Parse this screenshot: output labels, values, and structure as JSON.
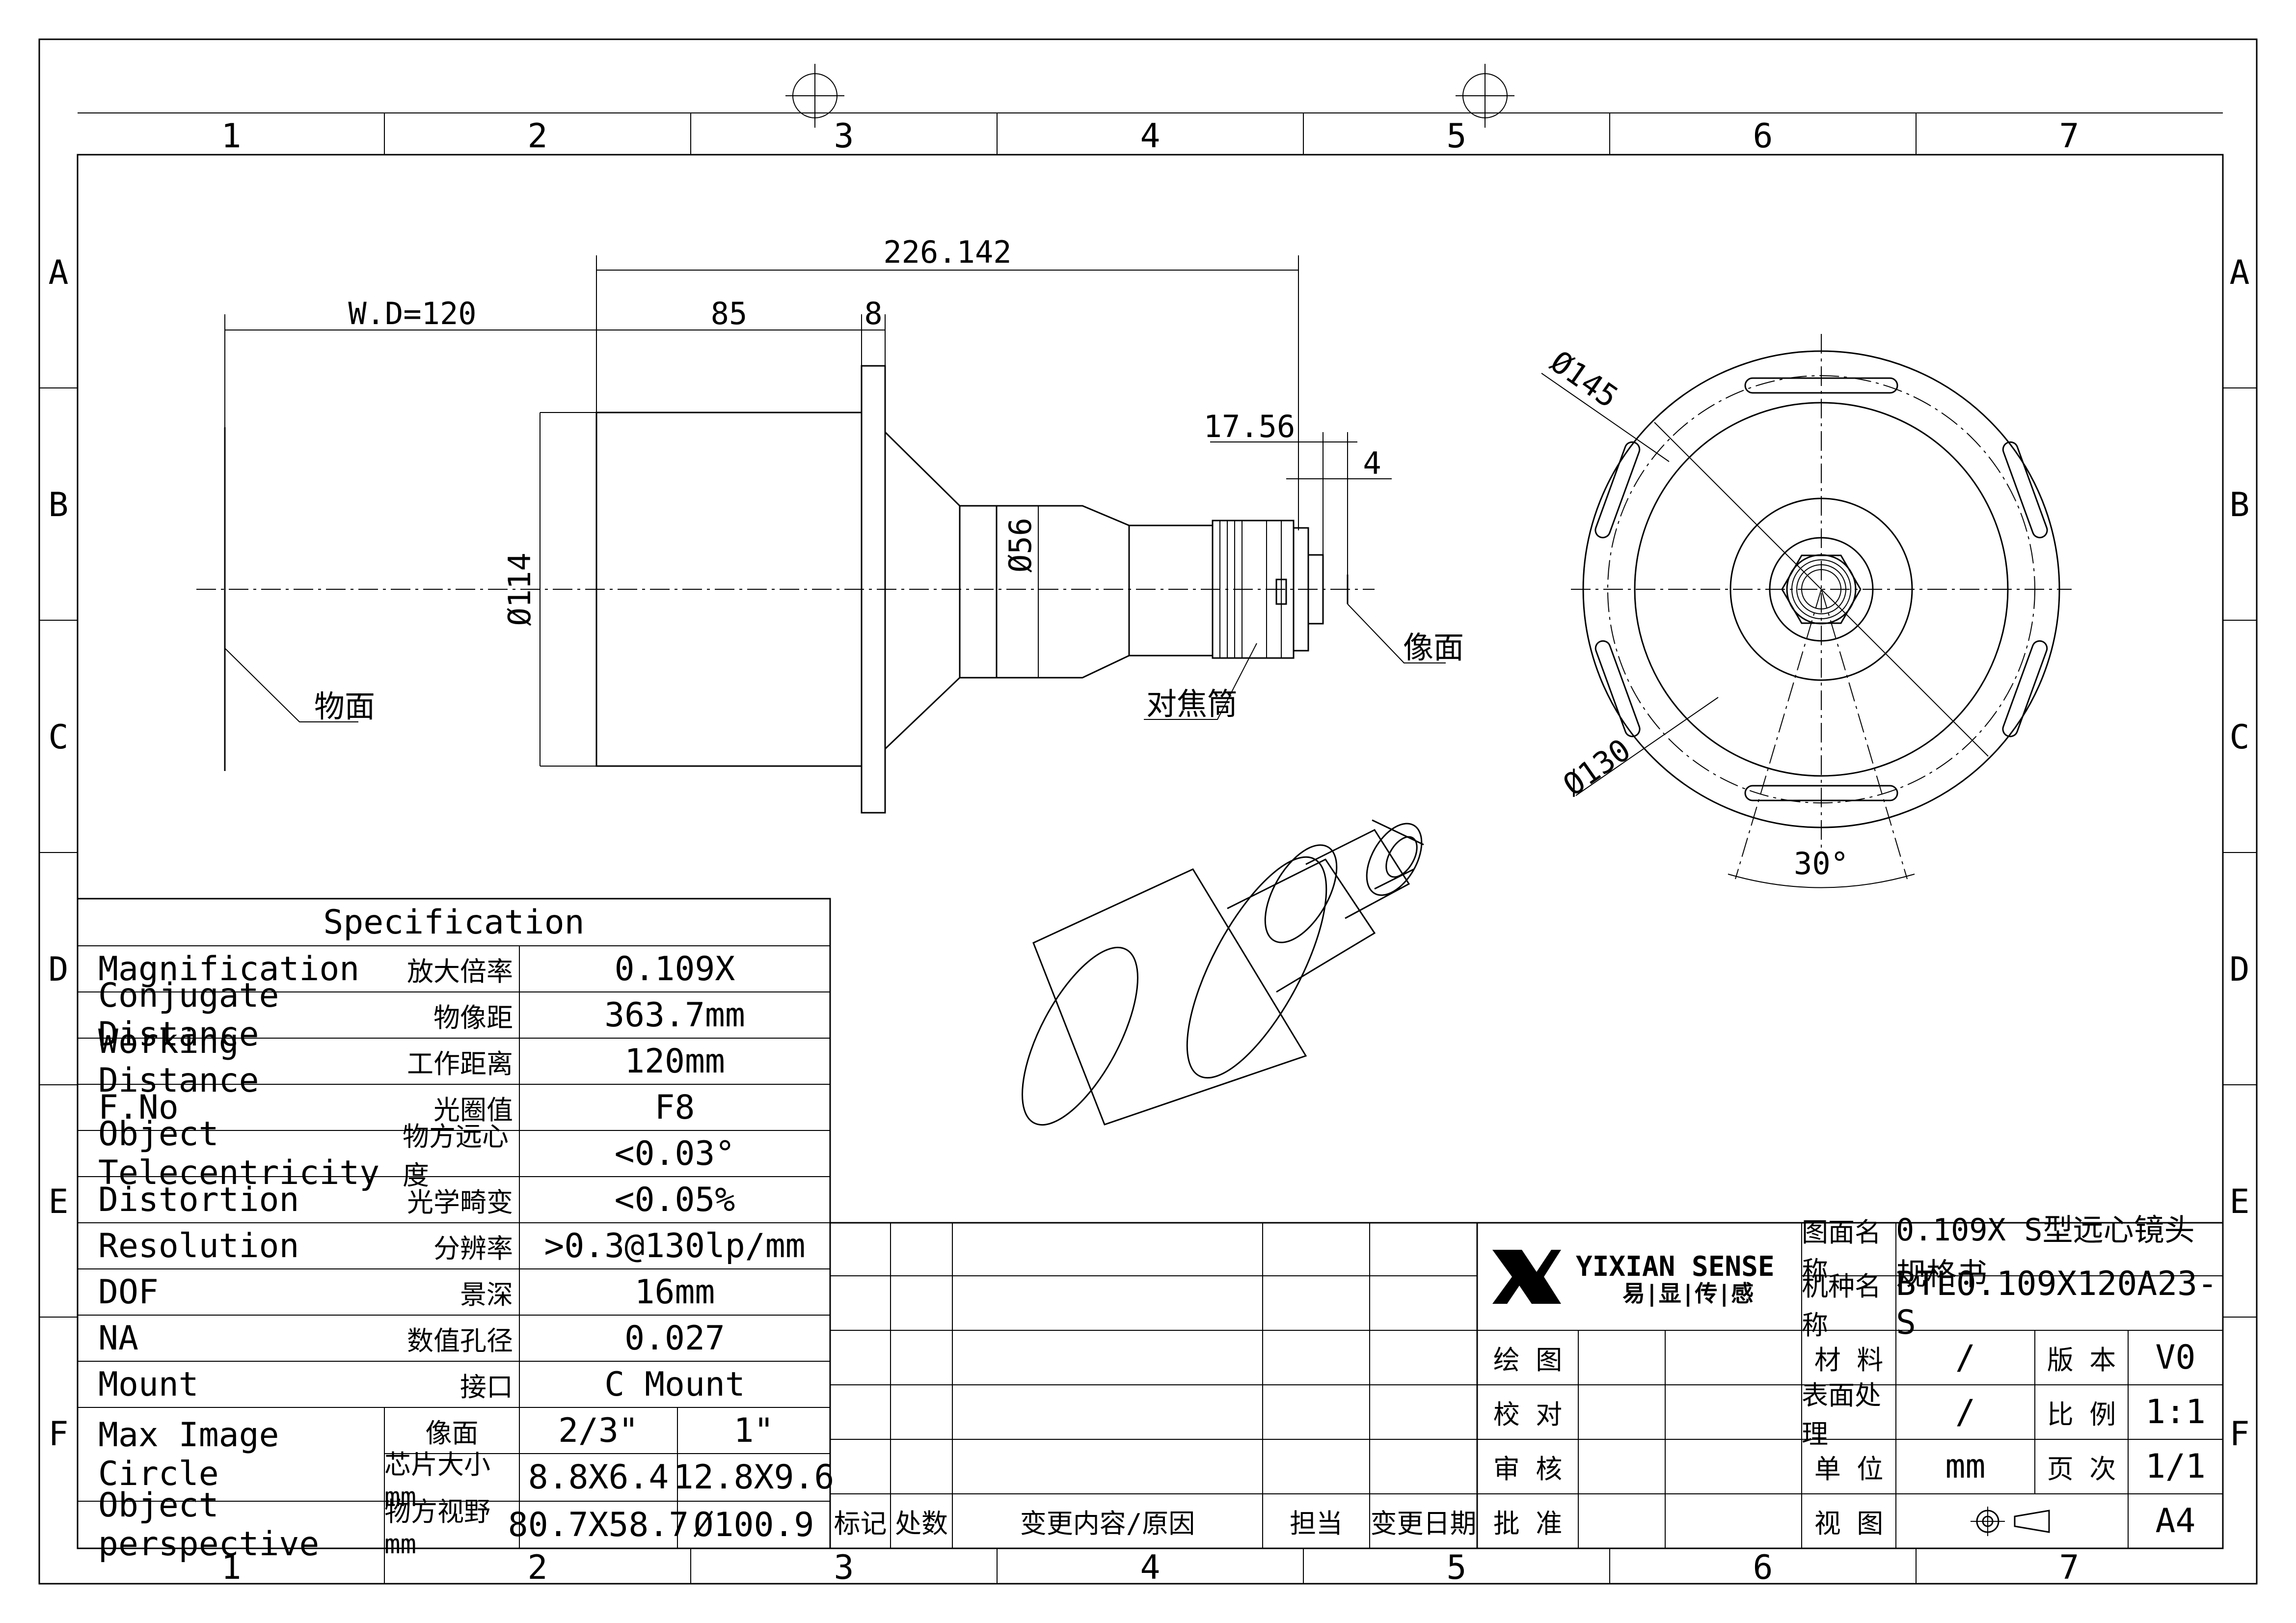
{
  "border": {
    "columns": [
      "1",
      "2",
      "3",
      "4",
      "5",
      "6",
      "7"
    ],
    "rows": [
      "A",
      "B",
      "C",
      "D",
      "E",
      "F"
    ]
  },
  "dimensions": {
    "overall": "226.142",
    "working_distance": "W.D=120",
    "barrel_length": "85",
    "flange": "8",
    "back_focus": "17.56",
    "mount_offset": "4",
    "front_diameter": "Ø114",
    "mid_diameter": "Ø56",
    "flange_diameter": "Ø145",
    "bolt_circle": "Ø130",
    "slot_angle": "30°"
  },
  "labels": {
    "object_plane": "物面",
    "image_plane": "像面",
    "focus_tube": "对焦筒"
  },
  "spec": {
    "title": "Specification",
    "rows": [
      {
        "en": "Magnification",
        "cn": "放大倍率",
        "value": "0.109X"
      },
      {
        "en": "Conjugate Distance",
        "cn": "物像距",
        "value": "363.7mm"
      },
      {
        "en": "Working Distance",
        "cn": "工作距离",
        "value": "120mm"
      },
      {
        "en": "F.No",
        "cn": "光圈值",
        "value": "F8"
      },
      {
        "en": "Object Telecentricity",
        "cn": "物方远心度",
        "value": "<0.03°"
      },
      {
        "en": "Distortion",
        "cn": "光学畸变",
        "value": "<0.05%"
      },
      {
        "en": "Resolution",
        "cn": "分辨率",
        "value": ">0.3@130lp/mm"
      },
      {
        "en": "DOF",
        "cn": "景深",
        "value": "16mm"
      },
      {
        "en": "NA",
        "cn": "数值孔径",
        "value": "0.027"
      },
      {
        "en": "Mount",
        "cn": "接口",
        "value": "C Mount"
      }
    ],
    "max_image_circle": {
      "en": "Max Image Circle",
      "row1_cn": "像面",
      "row1_a": "2/3\"",
      "row1_b": "1\"",
      "row2_cn": "芯片大小mm",
      "row2_a": "8.8X6.4",
      "row2_b": "12.8X9.6"
    },
    "object_perspective": {
      "en": "Object perspective",
      "cn": "物方视野mm",
      "a": "80.7X58.7",
      "b": "Ø100.9"
    }
  },
  "revision": {
    "headers": [
      "标记",
      "处数",
      "变更内容/原因",
      "担当",
      "变更日期"
    ]
  },
  "title_block": {
    "brand": "YIXIAN SENSE",
    "brand_cn": "易|显|传|感",
    "drawing_name_label": "图面名称",
    "drawing_name": "0.109X S型远心镜头规格书",
    "model_label": "机种名称",
    "model": "BTL0.109X120A23-S",
    "sign_labels": [
      "绘 图",
      "校 对",
      "审 核",
      "批 准"
    ],
    "material_label": "材 料",
    "material": "/",
    "version_label": "版 本",
    "version": "V0",
    "surface_label": "表面处理",
    "surface": "/",
    "scale_label": "比 例",
    "scale": "1:1",
    "unit_label": "单 位",
    "unit": "mm",
    "page_label": "页 次",
    "page": "1/1",
    "view_label": "视 图",
    "paper": "A4"
  }
}
